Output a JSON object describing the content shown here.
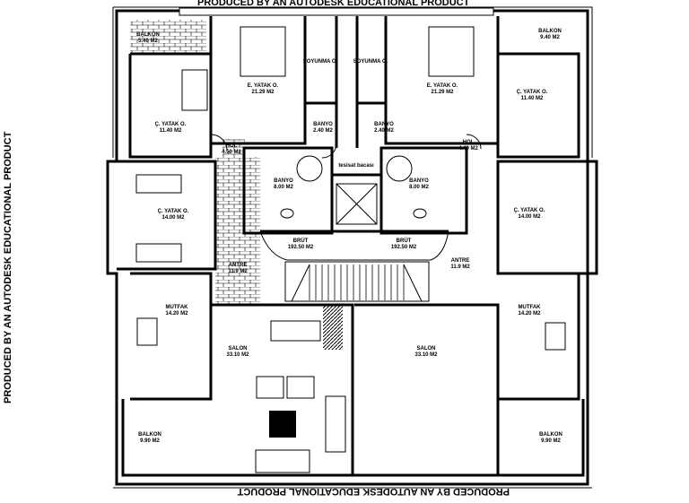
{
  "watermark": {
    "top": "PRODUCED BY AN AUTODESK EDUCATIONAL PRODUCT",
    "left": "PRODUCED BY AN AUTODESK EDUCATIONAL PRODUCT",
    "bottom": "PRODUCED BY AN AUTODESK EDUCATIONAL PRODUCT"
  },
  "rooms": {
    "balkon_tl": {
      "name": "BALKON",
      "area": "5.40 M2"
    },
    "c_yatak_tl": {
      "name": "Ç. YATAK O.",
      "area": "11.40 M2"
    },
    "e_yatak_l": {
      "name": "E. YATAK O.",
      "area": "21.29 M2"
    },
    "soyunma_l": {
      "name": "SOYUNMA O."
    },
    "banyo_small_l": {
      "name": "BANYO",
      "area": "2.40 M2"
    },
    "hol_l": {
      "name": "HOL",
      "area": "4.50 M2"
    },
    "c_yatak_l": {
      "name": "Ç. YATAK O.",
      "area": "14.00 M2"
    },
    "banyo_l": {
      "name": "BANYO",
      "area": "8.00 M2"
    },
    "tesisat": {
      "name": "tesisat bacası"
    },
    "banyo_r": {
      "name": "BANYO",
      "area": "8.00 M2"
    },
    "brut_l": {
      "name": "BRÜT",
      "area": "192.50 M2"
    },
    "brut_r": {
      "name": "BRÜT",
      "area": "192.50 M2"
    },
    "antre_l": {
      "name": "ANTRE",
      "area": "11.9 M2"
    },
    "antre_r": {
      "name": "ANTRE",
      "area": "11.9 M2"
    },
    "mutfak_l": {
      "name": "MUTFAK",
      "area": "14.20 M2"
    },
    "salon_l": {
      "name": "SALON",
      "area": "33.10 M2"
    },
    "salon_r": {
      "name": "SALON",
      "area": "33.10 M2"
    },
    "mutfak_r": {
      "name": "MUTFAK",
      "area": "14.20 M2"
    },
    "balkon_bl": {
      "name": "BALKON",
      "area": "9.90 M2"
    },
    "balkon_br": {
      "name": "BALKON",
      "area": "9.90 M2"
    },
    "balkon_tr": {
      "name": "BALKON",
      "area": "9.40 M2"
    },
    "e_yatak_r": {
      "name": "E. YATAK O.",
      "area": "21.29 M2"
    },
    "soyunma_r": {
      "name": "SOYUNMA O."
    },
    "banyo_small_r": {
      "name": "BANYO",
      "area": "2.40 M2"
    },
    "hol_r": {
      "name": "HOL",
      "area": "4.40 M2"
    },
    "c_yatak_tr": {
      "name": "Ç. YATAK O.",
      "area": "11.40 M2"
    },
    "c_yatak_r": {
      "name": "Ç. YATAK O.",
      "area": "14.00 M2"
    }
  }
}
